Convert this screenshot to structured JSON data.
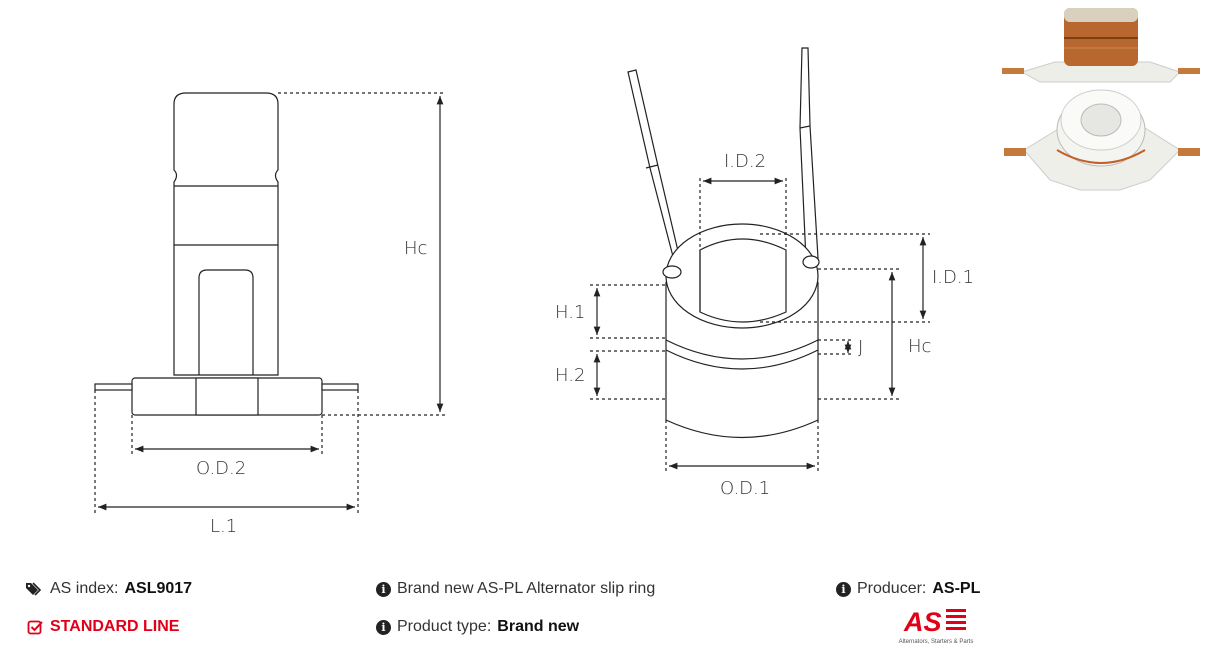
{
  "labels": {
    "hc_left": "Hc",
    "od2": "O.D.2",
    "l1": "L.1",
    "id2": "I.D.2",
    "id1": "I.D.1",
    "h1": "H.1",
    "h2": "H.2",
    "j": "J",
    "hc_right": "Hc",
    "od1": "O.D.1"
  },
  "info": {
    "as_index_label": "AS index:",
    "as_index_value": "ASL9017",
    "standard_line": "STANDARD LINE",
    "description": "Brand new AS-PL Alternator slip ring",
    "product_type_label": "Product type:",
    "product_type_value": "Brand new",
    "producer_label": "Producer:",
    "producer_value": "AS-PL"
  },
  "logo": {
    "mark": "AS",
    "tagline": "Alternators, Starters & Parts"
  },
  "colors": {
    "accent": "#e1001a",
    "copper": "#b8682f",
    "insulator": "#eeeeea"
  }
}
